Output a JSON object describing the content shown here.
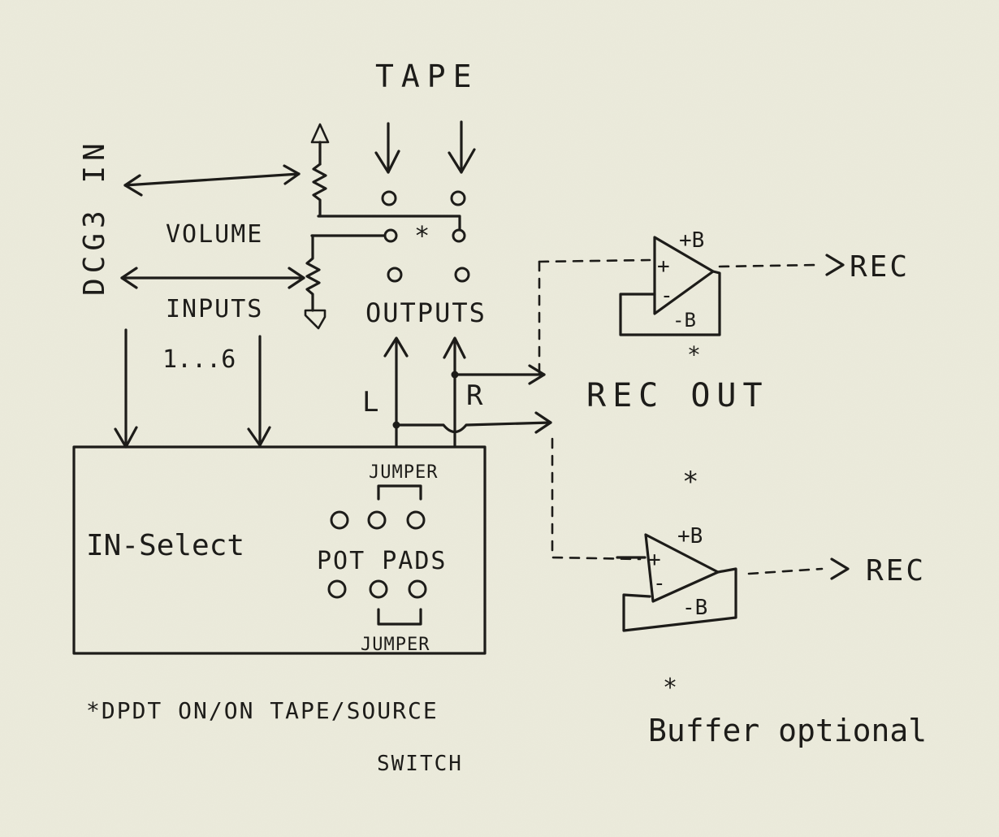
{
  "diagram": {
    "tape_label": "TAPE",
    "dcg3_label": "DCG3 IN",
    "volume_label": "VOLUME",
    "inputs_label": "INPUTS",
    "inputs_range": "1...6",
    "outputs_label": "OUTPUTS",
    "switch_marker": "*",
    "left_label": "L",
    "right_label": "R",
    "rec_out_label": "REC OUT",
    "in_select_label": "IN-Select",
    "pot_pads_label": "POT PADS",
    "jumper_top_label": "JUMPER",
    "jumper_bottom_label": "JUMPER",
    "buffer_top": {
      "plus_supply": "+B",
      "minus_supply": "-B",
      "plus_input": "+",
      "minus_input": "-",
      "marker": "*",
      "output_label": "REC"
    },
    "buffer_bottom": {
      "plus_supply": "+B",
      "minus_supply": "-B",
      "plus_input": "+",
      "minus_input": "-",
      "marker": "*",
      "output_label": "REC"
    },
    "note_switch_line1": "*DPDT ON/ON TAPE/SOURCE",
    "note_switch_line2": "SWITCH",
    "note_buffer_marker": "*",
    "note_buffer": "Buffer optional"
  }
}
